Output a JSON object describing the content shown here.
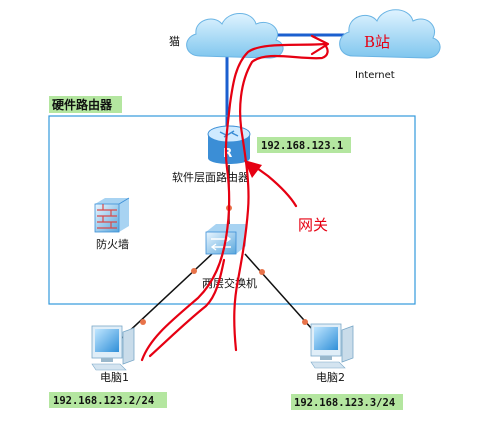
{
  "labels": {
    "modem": "猫",
    "site": "B站",
    "internet": "Internet",
    "hw_router": "硬件路由器",
    "router_ip": "192.168.123.1",
    "sw_router": "软件层面路由器",
    "firewall": "防火墙",
    "gateway": "网关",
    "switch": "两层交换机",
    "pc1": "电脑1",
    "pc2": "电脑2",
    "pc1_ip": "192.168.123.2/24",
    "pc2_ip": "192.168.123.3/24"
  },
  "colors": {
    "region_border": "#3399dd",
    "label_bg": "#b4e6a0",
    "link_blue": "#1b5fcf",
    "annotation_red": "#e60012",
    "link_dot": "#e8734a"
  },
  "icons": [
    "cloud-icon",
    "router-icon",
    "firewall-icon",
    "switch-icon",
    "pc-icon"
  ]
}
